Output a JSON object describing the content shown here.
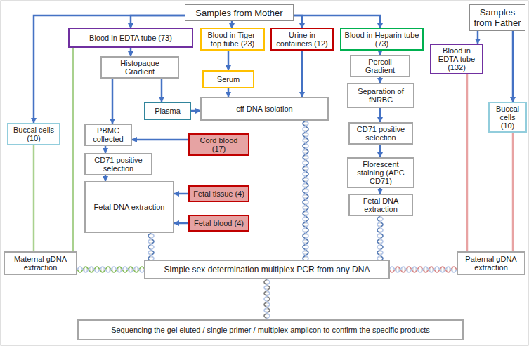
{
  "diagram": {
    "nodes": [
      {
        "text": [
          "Samples from Mother"
        ]
      },
      {
        "text": [
          "Samples from Father"
        ]
      },
      {
        "text": [
          "Buccal cells (10)"
        ]
      },
      {
        "text": [
          "Blood in EDTA tube (73)"
        ]
      },
      {
        "text": [
          "Blood in Tiger-top tube (23)"
        ]
      },
      {
        "text": [
          "Urine in containers (12)"
        ]
      },
      {
        "text": [
          "Blood in Heparin tube (73)"
        ]
      },
      {
        "text": [
          "Blood in EDTA tube (132)"
        ]
      },
      {
        "text": [
          "Buccal cells (10)"
        ]
      },
      {
        "text": [
          "Histopaque Gradient"
        ]
      },
      {
        "text": [
          "Serum"
        ]
      },
      {
        "text": [
          "Percoll Gradient"
        ]
      },
      {
        "text": [
          "Plasma"
        ]
      },
      {
        "text": [
          "cff DNA isolation"
        ]
      },
      {
        "text": [
          "Separation of fNRBC"
        ]
      },
      {
        "text": [
          "PBMC collected"
        ]
      },
      {
        "text": [
          "Cord blood (17)"
        ]
      },
      {
        "text": [
          "CD71 positive selection"
        ]
      },
      {
        "text": [
          "CD71 positive selection"
        ]
      },
      {
        "text": [
          "Fetal DNA extraction"
        ]
      },
      {
        "text": [
          "Fetal tissue (4)"
        ]
      },
      {
        "text": [
          "Florescent staining (APC CD71)"
        ]
      },
      {
        "text": [
          "Fetal blood (4)"
        ]
      },
      {
        "text": [
          "Fetal DNA extraction"
        ]
      },
      {
        "text": [
          "Maternal gDNA extraction"
        ]
      },
      {
        "text": [
          "Simple sex determination multiplex PCR from any DNA"
        ]
      },
      {
        "text": [
          "Paternal gDNA extraction"
        ]
      },
      {
        "text": [
          "Sequencing the gel eluted / single primer / multiplex amplicon to confirm the specific products"
        ]
      }
    ],
    "edges": [
      {
        "from": 0,
        "to": 2,
        "arrow": "to"
      },
      {
        "from": 0,
        "to": 3,
        "arrow": "to"
      },
      {
        "from": 0,
        "to": 4,
        "arrow": "to"
      },
      {
        "from": 0,
        "to": 5,
        "arrow": "to"
      },
      {
        "from": 0,
        "to": 6,
        "arrow": "to"
      },
      {
        "from": 1,
        "to": 7,
        "arrow": "to"
      },
      {
        "from": 1,
        "to": 8,
        "arrow": "to"
      },
      {
        "from": 3,
        "to": 9,
        "arrow": "to"
      },
      {
        "from": 4,
        "to": 10,
        "arrow": "to"
      },
      {
        "from": 5,
        "to": 13,
        "arrow": "to"
      },
      {
        "from": 6,
        "to": 11,
        "arrow": "to"
      },
      {
        "from": 7,
        "to": 26,
        "arrow": "none"
      },
      {
        "from": 8,
        "to": 26,
        "arrow": "none"
      },
      {
        "from": 9,
        "to": 12,
        "arrow": "to"
      },
      {
        "from": 9,
        "to": 15,
        "arrow": "to"
      },
      {
        "from": 10,
        "to": 13,
        "arrow": "to"
      },
      {
        "from": 12,
        "to": 13,
        "arrow": "to"
      },
      {
        "from": 11,
        "to": 14,
        "arrow": "to"
      },
      {
        "from": 14,
        "to": 18,
        "arrow": "to"
      },
      {
        "from": 18,
        "to": 21,
        "arrow": "to"
      },
      {
        "from": 21,
        "to": 23,
        "arrow": "to"
      },
      {
        "from": 15,
        "to": 17,
        "arrow": "to"
      },
      {
        "from": 16,
        "to": 15,
        "arrow": "to"
      },
      {
        "from": 17,
        "to": 19,
        "arrow": "to"
      },
      {
        "from": 20,
        "to": 19,
        "arrow": "to"
      },
      {
        "from": 22,
        "to": 19,
        "arrow": "to"
      },
      {
        "from": 2,
        "to": 24,
        "arrow": "none"
      },
      {
        "from": 3,
        "to": 24,
        "arrow": "none"
      },
      {
        "from": 13,
        "to": 25,
        "arrow": "none"
      },
      {
        "from": 19,
        "to": 25,
        "arrow": "none"
      },
      {
        "from": 23,
        "to": 25,
        "arrow": "none"
      },
      {
        "from": 24,
        "to": 25,
        "arrow": "none"
      },
      {
        "from": 26,
        "to": 25,
        "arrow": "none"
      },
      {
        "from": 25,
        "to": 27,
        "arrow": "none"
      }
    ]
  }
}
